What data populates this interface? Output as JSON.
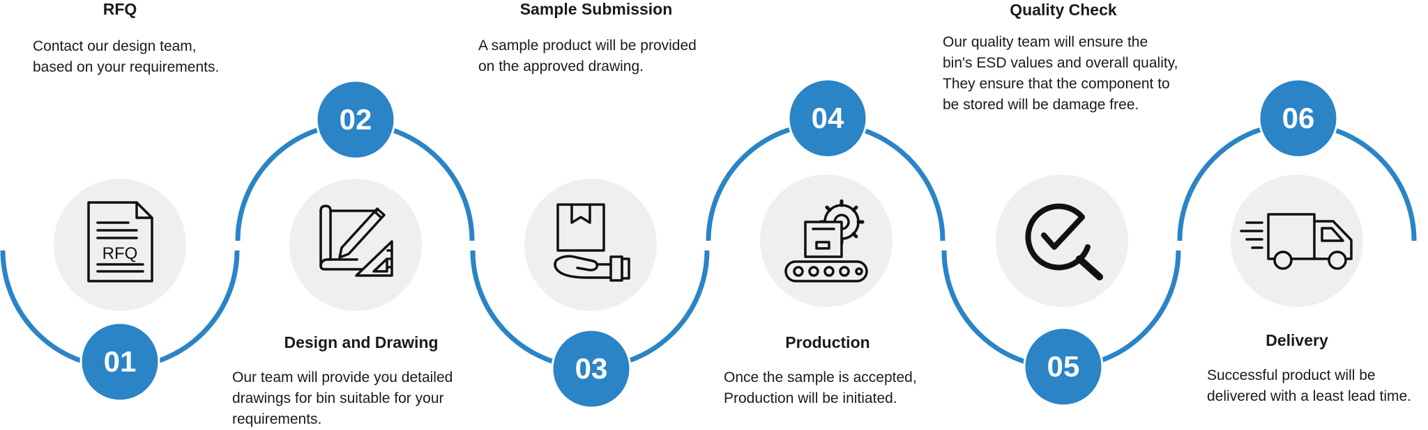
{
  "accent_color": "#2a84c6",
  "icon_bg_color": "#efefef",
  "steps": [
    {
      "number": "01",
      "title": "RFQ",
      "desc": "Contact our design team,\nbased on your requirements.",
      "icon": "rfq-document-icon",
      "icon_text": "RFQ"
    },
    {
      "number": "02",
      "title": "Design and Drawing",
      "desc": "Our team will provide you detailed\ndrawings for bin suitable for your\nrequirements.",
      "icon": "blueprint-pencil-icon"
    },
    {
      "number": "03",
      "title": "Sample Submission",
      "desc": "A sample product will be provided\non the approved drawing.",
      "icon": "box-in-hand-icon"
    },
    {
      "number": "04",
      "title": "Production",
      "desc": "Once the sample is accepted,\nProduction will be initiated.",
      "icon": "conveyor-gear-icon"
    },
    {
      "number": "05",
      "title": "Quality Check",
      "desc": "Our quality team will ensure the\nbin's ESD values and overall quality,\nThey ensure that the component to\nbe stored will be damage free.",
      "icon": "magnifier-check-icon"
    },
    {
      "number": "06",
      "title": "Delivery",
      "desc": "Successful product will be\ndelivered with a least lead time.",
      "icon": "delivery-truck-icon"
    }
  ]
}
